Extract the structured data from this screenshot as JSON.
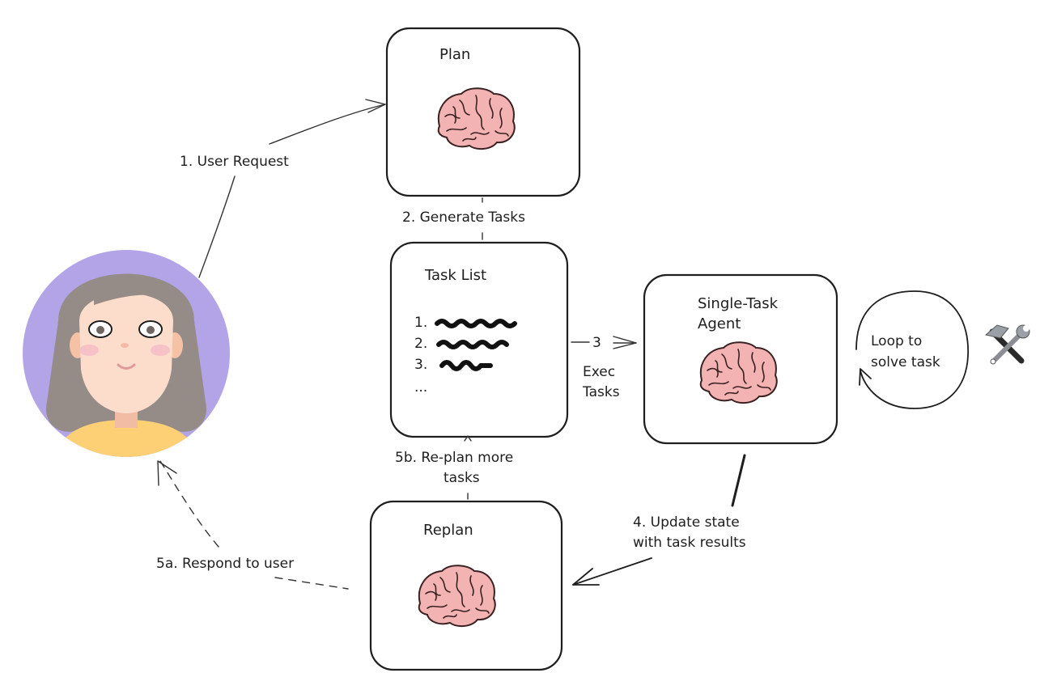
{
  "colors": {
    "stroke": "#1e1e1e",
    "brain": "#f4b3b3",
    "avatar_bg": "#b3a4e8",
    "hair": "#958c88",
    "skin": "#fcdccb",
    "shirt": "#fdd076",
    "blush": "#f7c1c8"
  },
  "nodes": {
    "plan": {
      "title": "Plan",
      "icon": "brain-icon"
    },
    "task_list": {
      "title": "Task List",
      "items": [
        "1.",
        "2.",
        "3.",
        "..."
      ],
      "item_icon": "scribble-placeholder"
    },
    "single_task_agent": {
      "title_line1": "Single-Task",
      "title_line2": "Agent",
      "icon": "brain-icon"
    },
    "replan": {
      "title": "Replan",
      "icon": "brain-icon"
    },
    "user": {
      "icon": "user-avatar"
    },
    "loop": {
      "line1": "Loop to",
      "line2": "solve task"
    },
    "tools": {
      "icon": "hammer-and-wrench-icon",
      "glyph": "⚒"
    }
  },
  "edges": {
    "user_request": "1. User Request",
    "generate_tasks": "2. Generate Tasks",
    "exec_step": "3",
    "exec_line1": "Exec",
    "exec_line2": "Tasks",
    "update_line1": "4. Update state",
    "update_line2": "with task results",
    "respond": "5a. Respond to user",
    "replan_line1": "5b. Re-plan more",
    "replan_line2": "tasks"
  }
}
